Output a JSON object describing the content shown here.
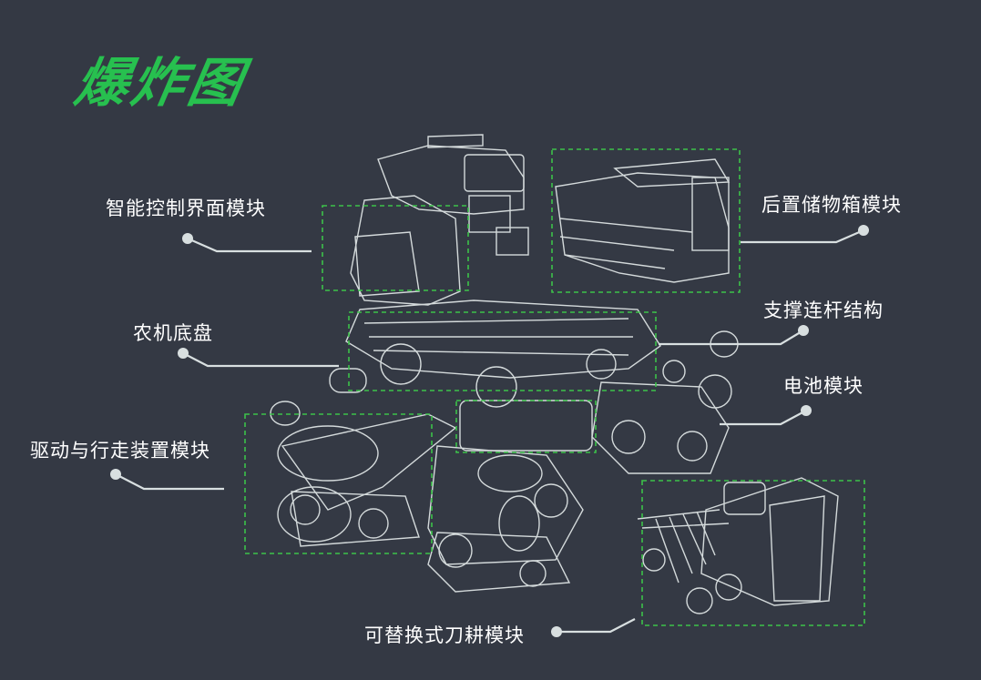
{
  "title": "爆炸图",
  "labels": {
    "interface": "智能控制界面模块",
    "storage": "后置储物箱模块",
    "link": "支撑连杆结构",
    "chassis": "农机底盘",
    "battery": "电池模块",
    "drive": "驱动与行走装置模块",
    "tiller": "可替换式刀耕模块"
  },
  "colors": {
    "background": "#343944",
    "accent": "#27c04f",
    "line": "#d8dfe0",
    "dash": "#3cc24a"
  }
}
